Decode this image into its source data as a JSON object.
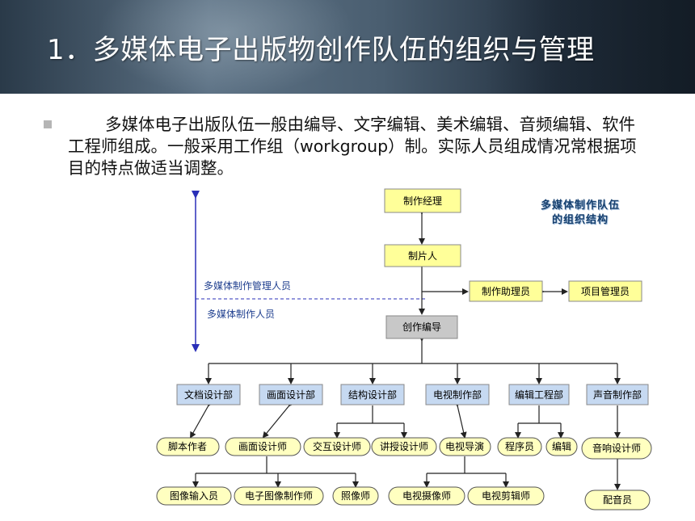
{
  "title": "1．多媒体电子出版物创作队伍的组织与管理",
  "paragraph": "多媒体电子出版队伍一般由编导、文字编辑、美术编辑、音频编辑、软件工程师组成。一般采用工作组（workgroup）制。实际人员组成情况常根据项目的特点做适当调整。",
  "chart_title": "多媒体制作队伍 的组织结构",
  "chart_title_lines": [
    "多媒体制作队伍",
    "的组织结构"
  ],
  "side_labels": {
    "management": "多媒体制作管理人员",
    "production": "多媒体制作人员"
  },
  "org": {
    "manager": "制作经理",
    "producer": "制片人",
    "assistant": "制作助理员",
    "project_manager": "项目管理员",
    "director": "创作编导",
    "departments": [
      "文档设计部",
      "画面设计部",
      "结构设计部",
      "电视制作部",
      "编辑工程部",
      "声音制作部"
    ],
    "roles_level1": [
      "脚本作者",
      "画面设计师",
      "交互设计师",
      "讲授设计师",
      "电视导演",
      "程序员",
      "编辑",
      "音响设计师"
    ],
    "roles_level2": [
      "图像输入员",
      "电子图像制作师",
      "照像师",
      "电视摄像师",
      "电视剪辑师",
      "配音员"
    ]
  },
  "colors": {
    "box_yellow": "#ffff99",
    "box_gray": "#c8c8c8",
    "box_blue": "#c6d9f1",
    "pill_yellow": "#ffffc0",
    "arrow_blue": "#2a2fb8"
  }
}
